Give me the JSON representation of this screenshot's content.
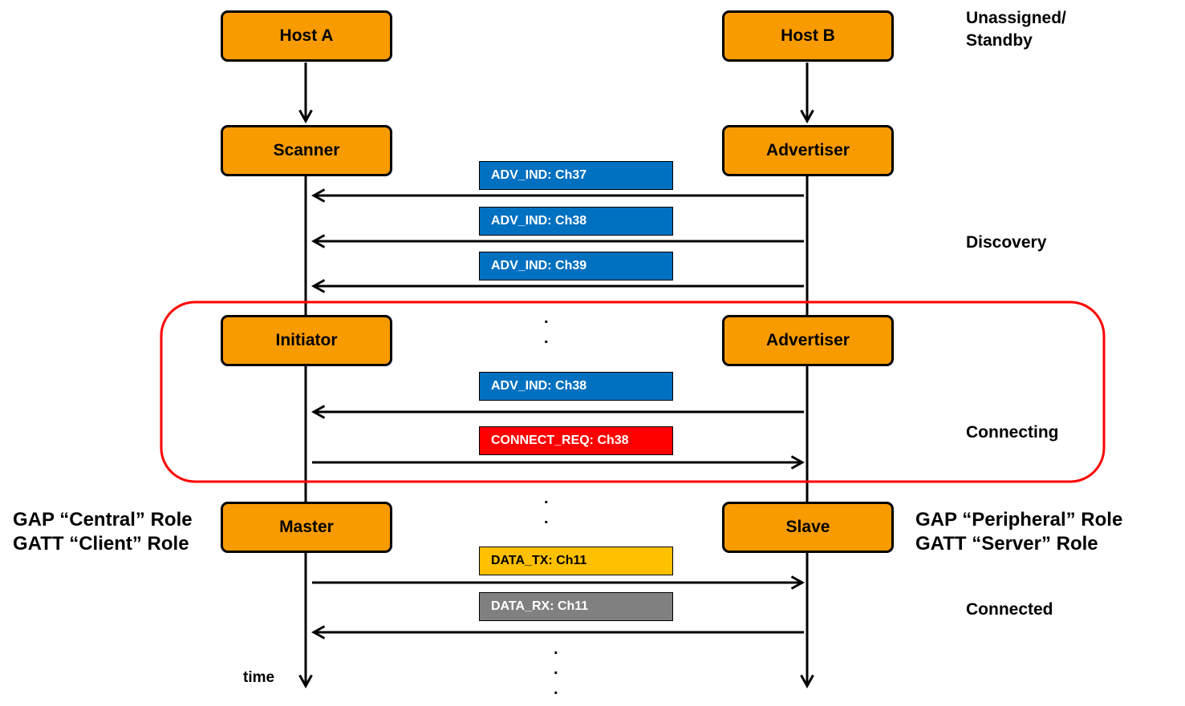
{
  "hosts": {
    "a": {
      "host": "Host A",
      "scanner": "Scanner",
      "initiator": "Initiator",
      "master": "Master"
    },
    "b": {
      "host": "Host B",
      "advertiser1": "Advertiser",
      "advertiser2": "Advertiser",
      "slave": "Slave"
    }
  },
  "messages": [
    {
      "label": "ADV_IND: Ch37",
      "color": "#0070c0"
    },
    {
      "label": "ADV_IND: Ch38",
      "color": "#0070c0"
    },
    {
      "label": "ADV_IND: Ch39",
      "color": "#0070c0"
    },
    {
      "label": "ADV_IND: Ch38",
      "color": "#0070c0"
    },
    {
      "label": "CONNECT_REQ: Ch38",
      "color": "#ff0000"
    },
    {
      "label": "DATA_TX: Ch11",
      "color": "#ffc000"
    },
    {
      "label": "DATA_RX: Ch11",
      "color": "#808080"
    }
  ],
  "phases": {
    "standby_line1": "Unassigned/",
    "standby_line2": "Standby",
    "discovery": "Discovery",
    "connecting": "Connecting",
    "connected": "Connected"
  },
  "roles": {
    "central_gap": "GAP “Central” Role",
    "central_gatt": "GATT “Client” Role",
    "peripheral_gap": "GAP “Peripheral” Role",
    "peripheral_gatt": "GATT “Server” Role"
  },
  "time_label": "time",
  "ellipsis": "."
}
